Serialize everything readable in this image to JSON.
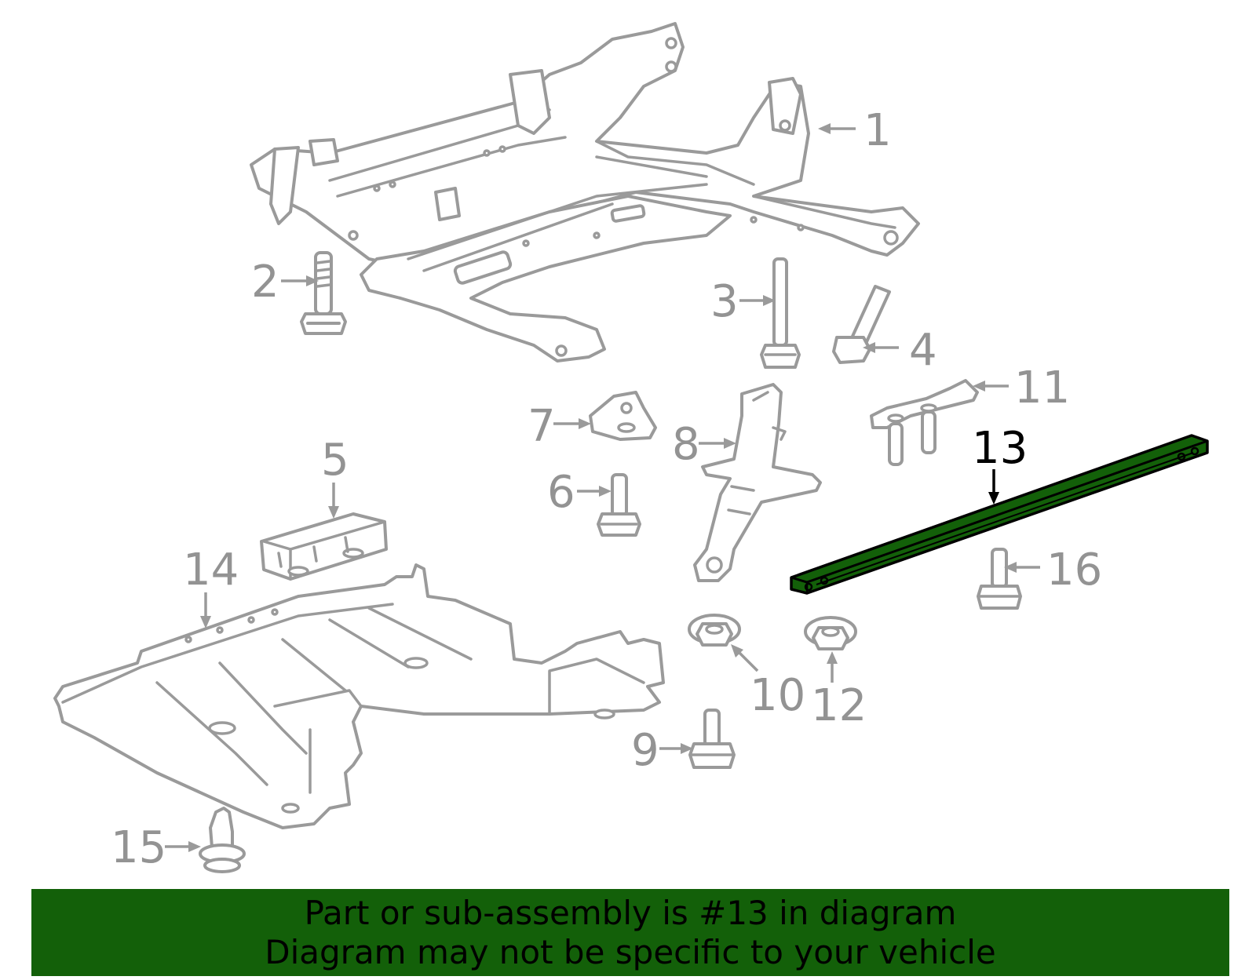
{
  "callouts": {
    "c1": "1",
    "c2": "2",
    "c3": "3",
    "c4": "4",
    "c5": "5",
    "c6": "6",
    "c7": "7",
    "c8": "8",
    "c9": "9",
    "c10": "10",
    "c11": "11",
    "c12": "12",
    "c13": "13",
    "c14": "14",
    "c15": "15",
    "c16": "16"
  },
  "highlighted_part": "13",
  "colors": {
    "highlight_fill": "#136009",
    "callout_gray": "#939393",
    "banner_bg": "#136009"
  },
  "banner": {
    "line1": "Part or sub-assembly is #13 in diagram",
    "line2": "Diagram may not be specific to your vehicle"
  }
}
